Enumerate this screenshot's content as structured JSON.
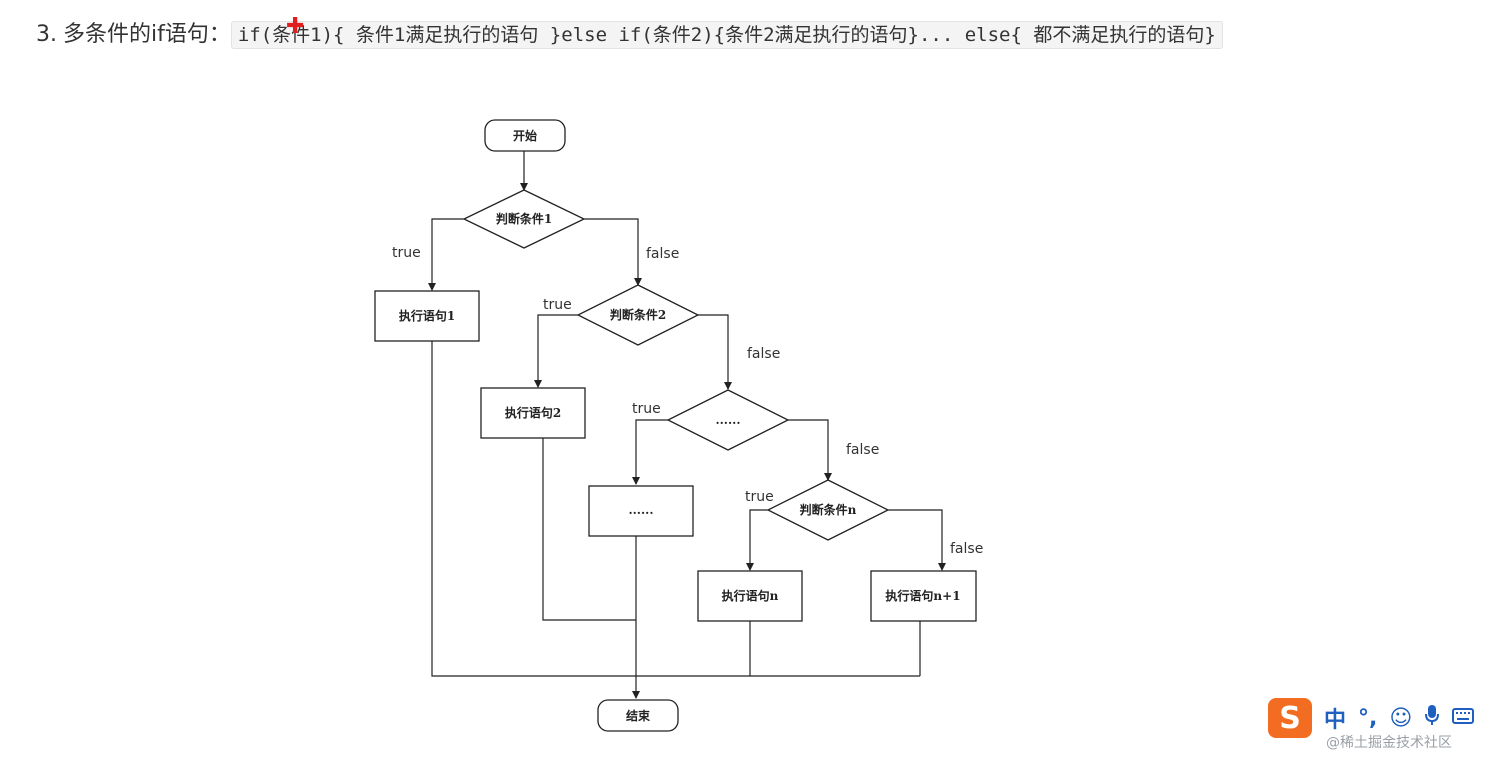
{
  "heading": {
    "number": "3.",
    "text": "多条件的if语句：",
    "code": "if(条件1){ 条件1满足执行的语句 }else if(条件2){条件2满足执行的语句}... else{ 都不满足执行的语句}"
  },
  "flowchart": {
    "start": "开始",
    "end": "结束",
    "cond1": "判断条件1",
    "cond2": "判断条件2",
    "cond3": "......",
    "condn": "判断条件n",
    "stmt1": "执行语句1",
    "stmt2": "执行语句2",
    "stmt3": "......",
    "stmtn": "执行语句n",
    "stmtn1": "执行语句n+1",
    "label_true": "true",
    "label_false": "false"
  },
  "ime": {
    "logo": "S",
    "mode": "中",
    "punct": "°,",
    "emoji_icon": "smiley-icon",
    "voice_icon": "microphone-icon",
    "keyboard_icon": "keyboard-icon"
  },
  "watermark": "@稀土掘金技术社区"
}
